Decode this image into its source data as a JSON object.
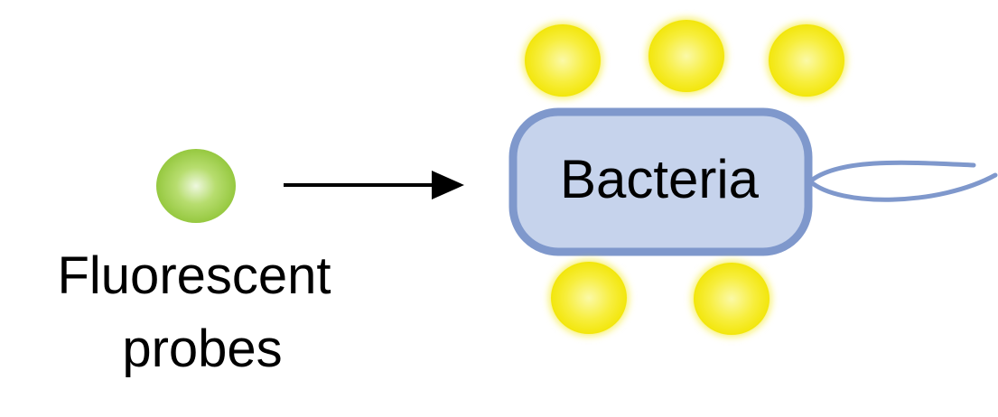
{
  "probe": {
    "label_line1": "Fluorescent",
    "label_line2": "probes"
  },
  "bacteria": {
    "label": "Bacteria"
  },
  "colors": {
    "probe_center": "#e7f5d0",
    "probe_edge": "#8fc436",
    "bound_center": "#fbf9a0",
    "bound_edge": "#f3e800",
    "bound_glow": "#fff3a0",
    "bacteria_fill": "#c6d3ec",
    "bacteria_stroke": "#7f98cc",
    "flagellum": "#7f98cc",
    "arrow": "#000000"
  }
}
